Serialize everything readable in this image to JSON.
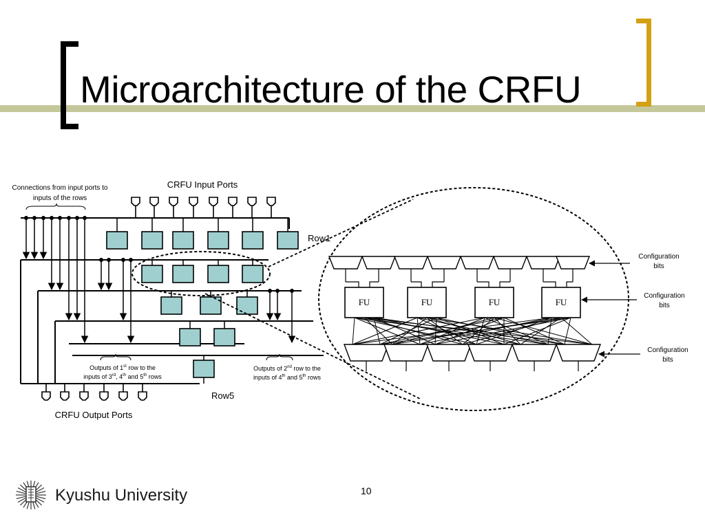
{
  "slide": {
    "title": "Microarchitecture of the CRFU",
    "page_number": "10",
    "footer_text": "Kyushu University",
    "accent_color": "#d4a016",
    "bar_color": "#c4c79a",
    "logo_icon": "kyushu-university-emblem-icon"
  },
  "diagram": {
    "input_ports_label": "CRFU Input Ports",
    "output_ports_label": "CRFU Output Ports",
    "connections_label": [
      "Connections from input ports to",
      "inputs of the rows"
    ],
    "row1_label": "Row1",
    "row5_label": "Row5",
    "note1": {
      "line1_a": "Outputs of 1",
      "line1_sup": "st",
      "line1_b": "  row to the",
      "line2_a": "inputs of 3",
      "line2_sup1": "rd",
      "line2_b": ", 4",
      "line2_sup2": "th",
      "line2_c": " and 5",
      "line2_sup3": "th",
      "line2_d": " rows"
    },
    "note2": {
      "line1_a": "Outputs of 2",
      "line1_sup": "nd",
      "line1_b": " row to the",
      "line2_a": "inputs of 4",
      "line2_sup1": "th",
      "line2_b": " and 5",
      "line2_sup2": "th",
      "line2_c": " rows"
    },
    "fu_labels": [
      "FU",
      "FU",
      "FU",
      "FU"
    ],
    "config_bits_labels": [
      [
        "Configuration",
        "bits"
      ],
      [
        "Configuration",
        "bits"
      ],
      [
        "Configuration",
        "bits"
      ]
    ],
    "cell_color": "#9fcfcf"
  }
}
